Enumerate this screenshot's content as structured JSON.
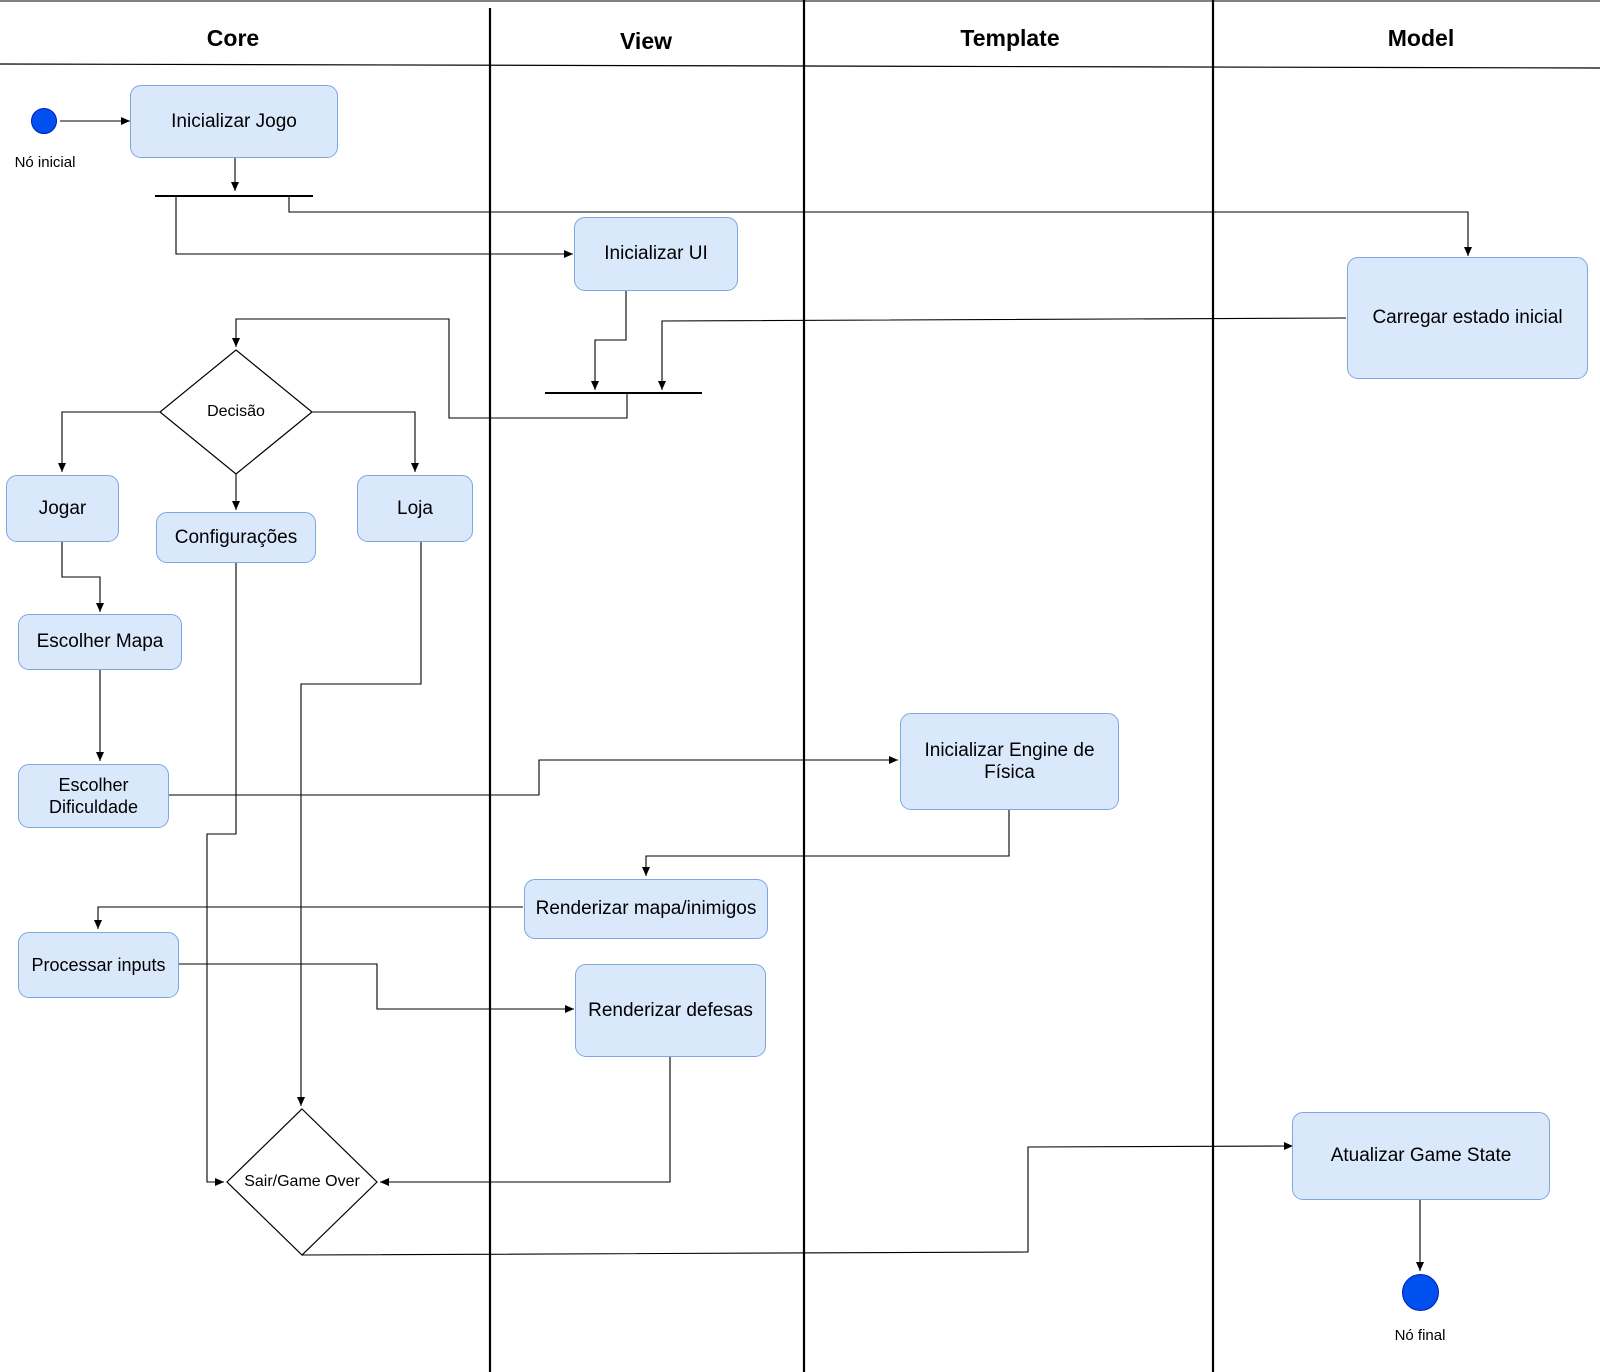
{
  "lanes": [
    "Core",
    "View",
    "Template",
    "Model"
  ],
  "start": {
    "label": "Nó inicial"
  },
  "end": {
    "label": "Nó final"
  },
  "activities": {
    "inicializar_jogo": "Inicializar Jogo",
    "inicializar_ui": "Inicializar UI",
    "carregar_estado": "Carregar estado inicial",
    "jogar": "Jogar",
    "configuracoes": "Configurações",
    "loja": "Loja",
    "escolher_mapa": "Escolher Mapa",
    "escolher_dificuldade": "Escolher Dificuldade",
    "inicializar_engine": "Inicializar Engine de Física",
    "renderizar_mapa": "Renderizar mapa/inimigos",
    "processar_inputs": "Processar inputs",
    "renderizar_defesas": "Renderizar defesas",
    "atualizar_game_state": "Atualizar Game State"
  },
  "decisions": {
    "decisao": "Decisão",
    "sair": "Sair/Game Over"
  },
  "colors": {
    "activity_fill": "#dae8fc",
    "activity_border": "#7ea6e0",
    "node_fill": "#0050ef",
    "line": "#000000"
  }
}
